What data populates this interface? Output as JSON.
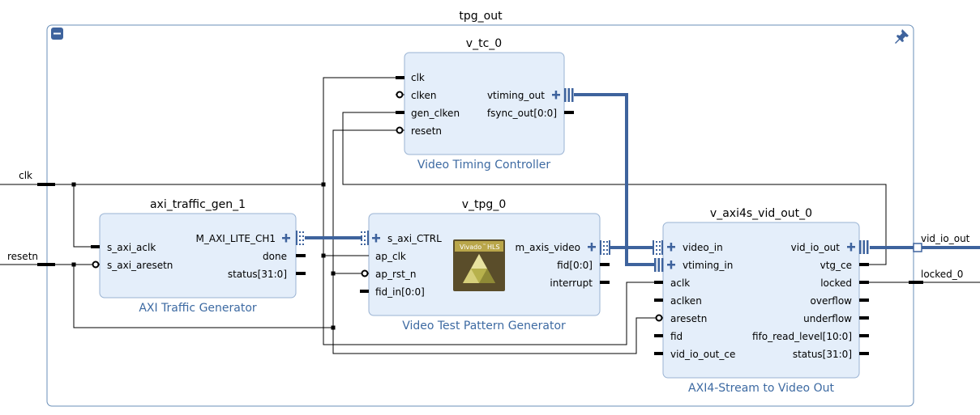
{
  "hierarchy": {
    "title": "tpg_out",
    "collapse_icon": "minus-square-icon",
    "pin_icon": "pin-icon"
  },
  "external_ports": {
    "clk": "clk",
    "resetn": "resetn",
    "vid_io_out": "vid_io_out",
    "locked_0": "locked_0"
  },
  "blocks": {
    "v_tc_0": {
      "instance": "v_tc_0",
      "ip_name": "Video Timing Controller",
      "inputs": [
        "clk",
        "clken",
        "gen_clken",
        "resetn"
      ],
      "outputs": [
        "vtiming_out",
        "fsync_out[0:0]"
      ]
    },
    "axi_traffic_gen_1": {
      "instance": "axi_traffic_gen_1",
      "ip_name": "AXI Traffic Generator",
      "inputs": [
        "s_axi_aclk",
        "s_axi_aresetn"
      ],
      "outputs": [
        "M_AXI_LITE_CH1",
        "done",
        "status[31:0]"
      ]
    },
    "v_tpg_0": {
      "instance": "v_tpg_0",
      "ip_name": "Video Test Pattern Generator",
      "inputs": [
        "s_axi_CTRL",
        "ap_clk",
        "ap_rst_n",
        "fid_in[0:0]"
      ],
      "outputs": [
        "m_axis_video",
        "fid[0:0]",
        "interrupt"
      ],
      "logo": {
        "line1": "Vivado",
        "tm": "™",
        "line2": "HLS"
      }
    },
    "v_axi4s_vid_out_0": {
      "instance": "v_axi4s_vid_out_0",
      "ip_name": "AXI4-Stream to Video Out",
      "inputs": [
        "video_in",
        "vtiming_in",
        "aclk",
        "aclken",
        "aresetn",
        "fid",
        "vid_io_out_ce"
      ],
      "outputs": [
        "vid_io_out",
        "vtg_ce",
        "locked",
        "overflow",
        "underflow",
        "fifo_read_level[10:0]",
        "status[31:0]"
      ]
    }
  },
  "colors": {
    "hierarchy_border": "#6a8fb8",
    "block_fill": "#e4eefa",
    "block_border": "#9ab3d3",
    "bus": "#3e639d",
    "net": "#000000",
    "ip_label": "#3d6aa2"
  }
}
